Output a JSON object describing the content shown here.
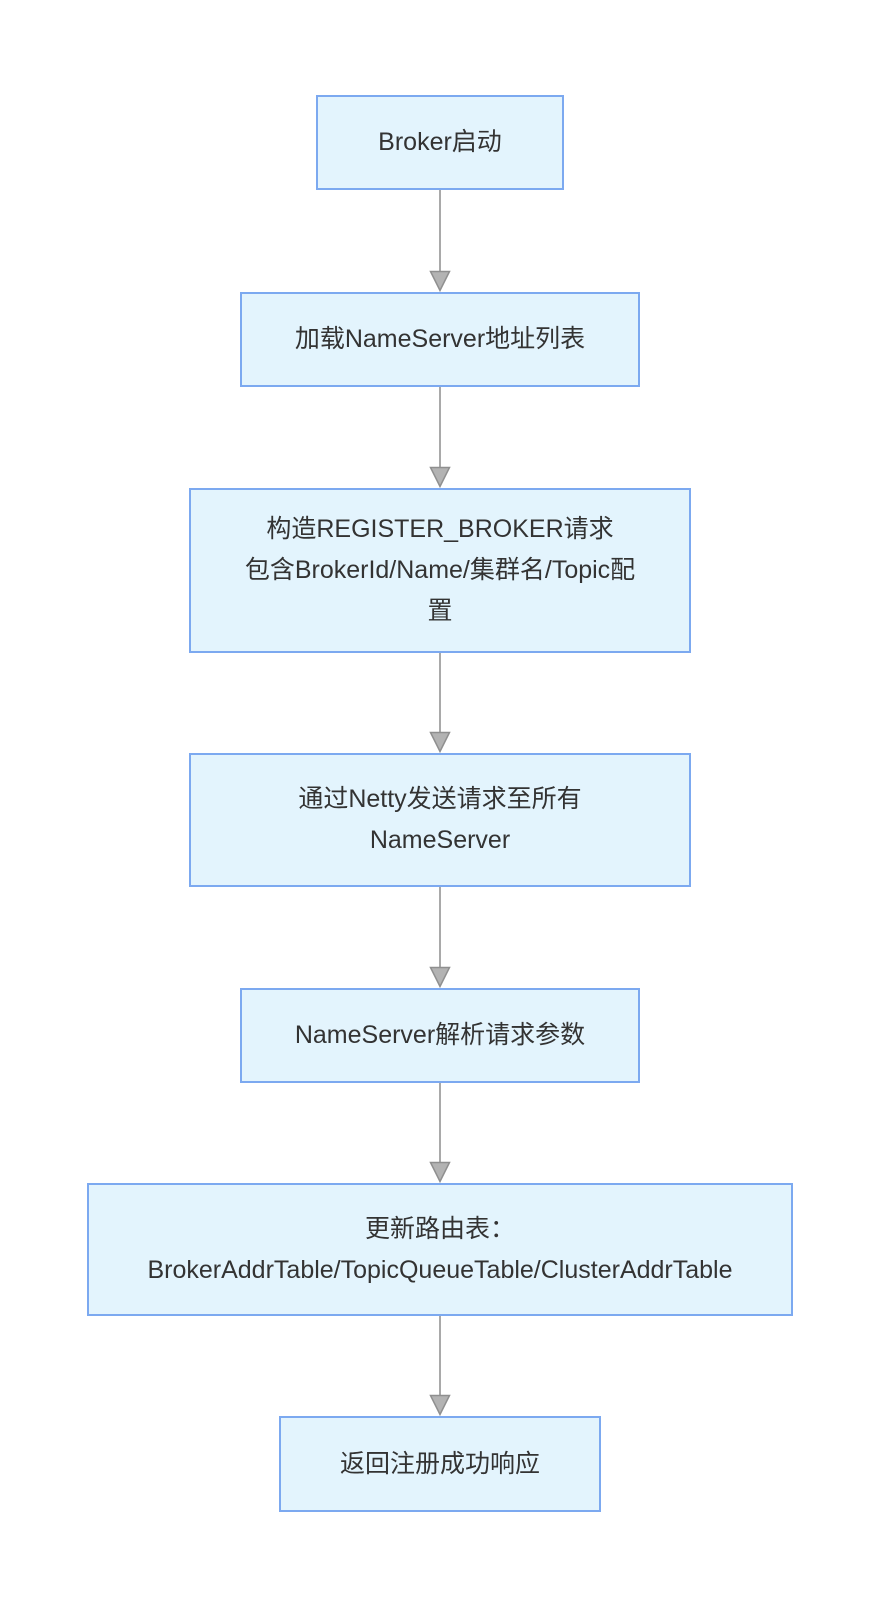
{
  "diagram": {
    "type": "flowchart",
    "direction": "top-down",
    "colors": {
      "background": "#ffffff",
      "node_fill": "#e3f4fd",
      "node_border": "#7ca9f0",
      "text": "#333333",
      "arrow": "#a9a9a9",
      "arrowhead_fill": "#b3b3b3",
      "arrowhead_stroke": "#8f8f8f"
    },
    "nodes": [
      {
        "id": "broker-start",
        "label": "Broker启动"
      },
      {
        "id": "load-nameserver-list",
        "label": "加载NameServer地址列表"
      },
      {
        "id": "build-register-request",
        "label": "构造REGISTER_BROKER请求\n包含BrokerId/Name/集群名/Topic配\n置"
      },
      {
        "id": "send-via-netty",
        "label": "通过Netty发送请求至所有\nNameServer"
      },
      {
        "id": "nameserver-parse",
        "label": "NameServer解析请求参数"
      },
      {
        "id": "update-route-tables",
        "label": "更新路由表：\nBrokerAddrTable/TopicQueueTable/ClusterAddrTable"
      },
      {
        "id": "return-success",
        "label": "返回注册成功响应"
      }
    ],
    "edges": [
      {
        "from": "broker-start",
        "to": "load-nameserver-list"
      },
      {
        "from": "load-nameserver-list",
        "to": "build-register-request"
      },
      {
        "from": "build-register-request",
        "to": "send-via-netty"
      },
      {
        "from": "send-via-netty",
        "to": "nameserver-parse"
      },
      {
        "from": "nameserver-parse",
        "to": "update-route-tables"
      },
      {
        "from": "update-route-tables",
        "to": "return-success"
      }
    ]
  }
}
